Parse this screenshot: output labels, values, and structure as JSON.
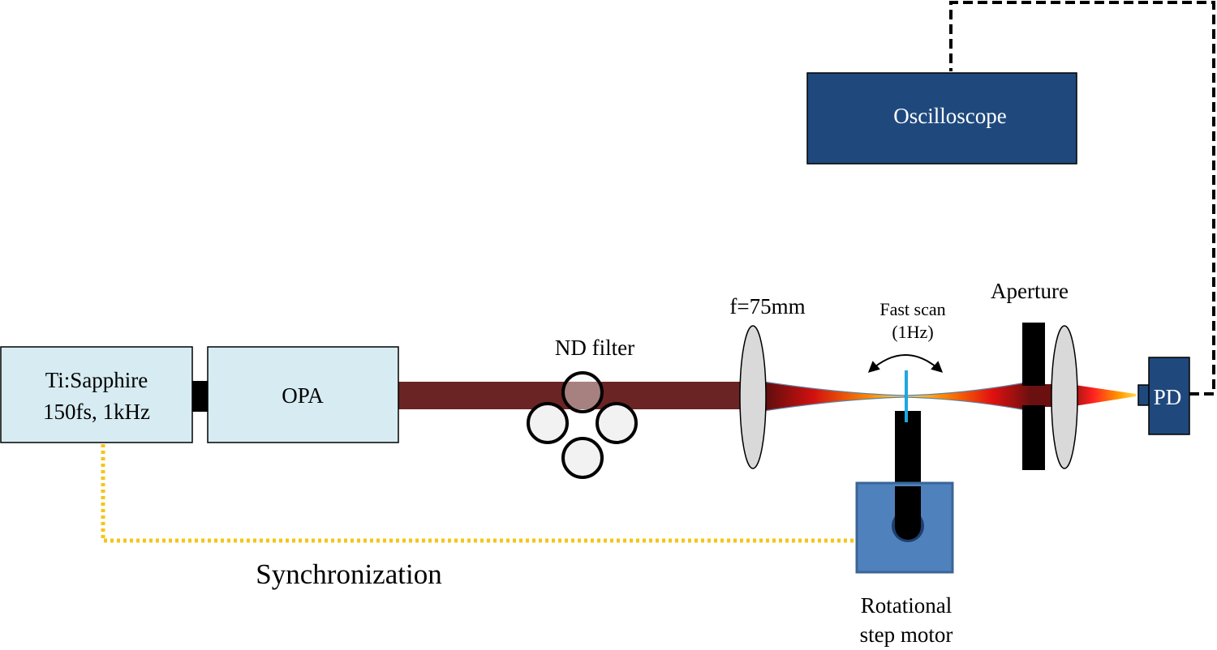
{
  "components": {
    "laser_line1": "Ti:Sapphire",
    "laser_line2": "150fs, 1kHz",
    "opa": "OPA",
    "nd_filter": "ND filter",
    "lens": "f=75mm",
    "fast_scan_line1": "Fast scan",
    "fast_scan_line2": "(1Hz)",
    "aperture": "Aperture",
    "oscilloscope": "Oscilloscope",
    "photodiode": "PD",
    "motor_line1": "Rotational",
    "motor_line2": "step motor",
    "sync": "Synchronization"
  },
  "colors": {
    "laser_box": "#d7ecf2",
    "dark_box": "#1f497d",
    "motor_box": "#4f81bd",
    "beam": "#6b2424",
    "sync_line": "#f5c518",
    "sample": "#1ea7e1"
  }
}
